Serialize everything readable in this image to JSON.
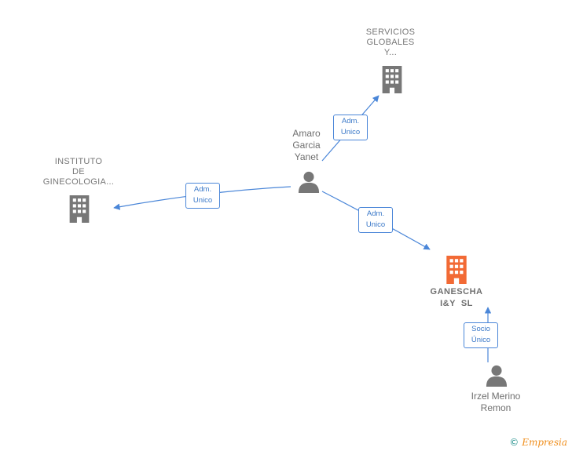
{
  "nodes": {
    "servicios": {
      "lines": [
        "SERVICIOS",
        "GLOBALES",
        "Y..."
      ],
      "type": "company",
      "color": "#777777"
    },
    "instituto": {
      "lines": [
        "INSTITUTO",
        "DE",
        "GINECOLOGIA..."
      ],
      "type": "company",
      "color": "#777777"
    },
    "amaro": {
      "lines": [
        "Amaro",
        "Garcia",
        "Yanet"
      ],
      "type": "person",
      "color": "#777777"
    },
    "ganescha": {
      "lines": [
        "GANESCHA",
        "I&Y  SL"
      ],
      "type": "company",
      "color": "#f26a35"
    },
    "irzel": {
      "lines": [
        "Irzel Merino",
        "Remon"
      ],
      "type": "person",
      "color": "#777777"
    }
  },
  "edges": {
    "amaro_servicios": {
      "lines": [
        "Adm.",
        "Unico"
      ]
    },
    "amaro_instituto": {
      "lines": [
        "Adm.",
        "Unico"
      ]
    },
    "amaro_ganescha": {
      "lines": [
        "Adm.",
        "Unico"
      ]
    },
    "irzel_ganescha": {
      "lines": [
        "Socio",
        "Único"
      ]
    }
  },
  "colors": {
    "edge": "#4a86d8",
    "company": "#777777",
    "focus": "#f26a35"
  },
  "credit": {
    "copyright": "©",
    "brand": "Empresia"
  }
}
